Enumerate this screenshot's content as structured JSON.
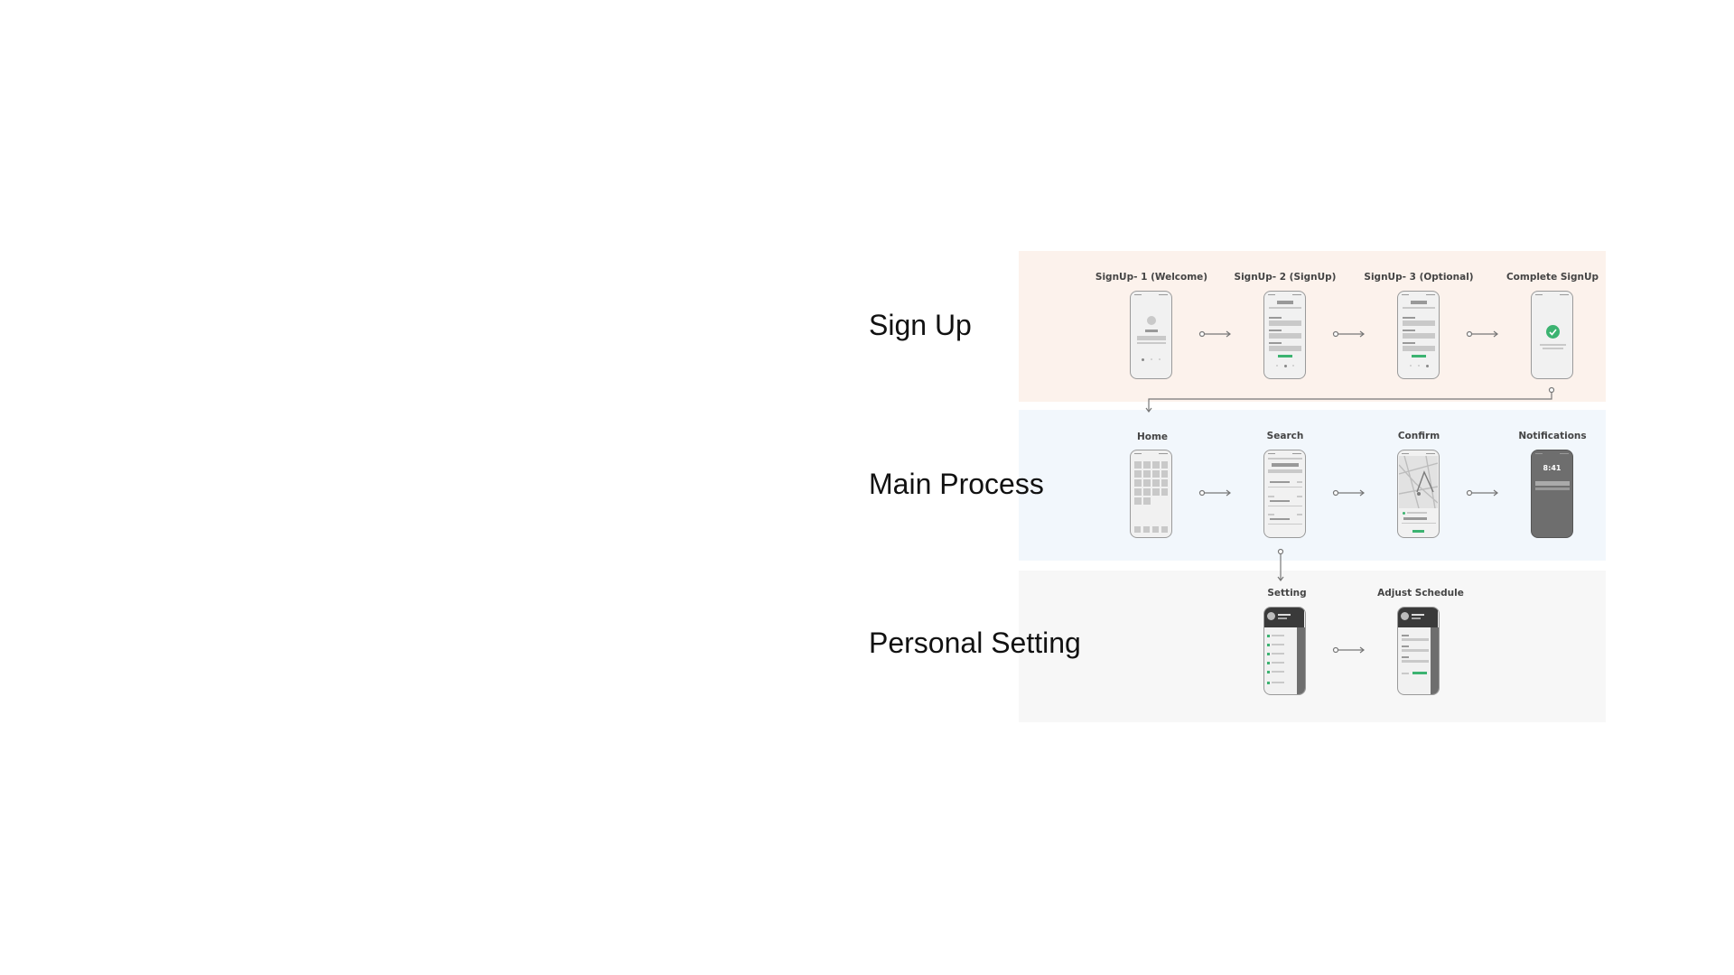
{
  "rows": [
    {
      "label": "Sign Up",
      "color": "#fcf2ec"
    },
    {
      "label": "Main Process",
      "color": "#f2f7fc"
    },
    {
      "label": "Personal Setting",
      "color": "#f7f7f7"
    }
  ],
  "screens": {
    "signup1": {
      "title": "SignUp- 1 (Welcome)"
    },
    "signup2": {
      "title": "SignUp- 2 (SignUp)"
    },
    "signup3": {
      "title": "SignUp- 3 (Optional)"
    },
    "complete": {
      "title": "Complete SignUp"
    },
    "home": {
      "title": "Home"
    },
    "search": {
      "title": "Search"
    },
    "confirm": {
      "title": "Confirm"
    },
    "notifications": {
      "title": "Notifications",
      "time": "8:41"
    },
    "setting": {
      "title": "Setting"
    },
    "adjust": {
      "title": "Adjust Schedule"
    }
  },
  "colors": {
    "accent": "#3cb371",
    "connector": "#777777",
    "dark": "#666666"
  }
}
